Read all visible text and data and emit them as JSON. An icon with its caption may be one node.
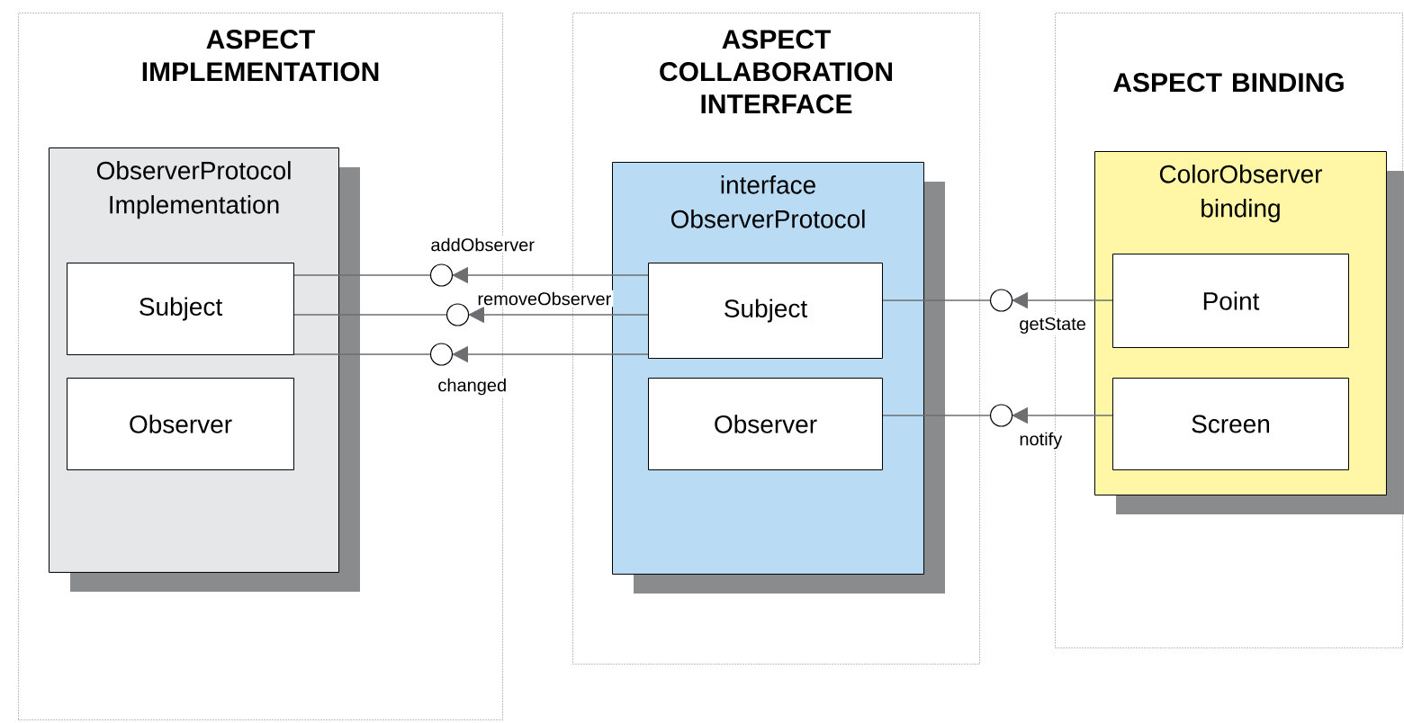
{
  "diagram": {
    "nodes": [
      {
        "text": [
          "ASPECT IMPLEMENTATION"
        ]
      },
      {
        "text": [
          "ObserverProtocol Implementation"
        ],
        "in": 0
      },
      {
        "text": [
          "Subject"
        ],
        "in": 1
      },
      {
        "text": [
          "Observer"
        ],
        "in": 1
      },
      {
        "text": [
          "ASPECT COLLABORATION INTERFACE"
        ]
      },
      {
        "text": [
          "interface ObserverProtocol"
        ],
        "in": 4
      },
      {
        "text": [
          "Subject"
        ],
        "in": 5
      },
      {
        "text": [
          "Observer"
        ],
        "in": 5
      },
      {
        "text": [
          "ASPECT BINDING"
        ]
      },
      {
        "text": [
          "ColorObserver binding"
        ],
        "in": 8
      },
      {
        "text": [
          "Point"
        ],
        "in": 9
      },
      {
        "text": [
          "Screen"
        ],
        "in": 9
      }
    ],
    "edges": [
      {
        "from": 6,
        "to": 2,
        "arrow": "to",
        "label": "addObserver"
      },
      {
        "from": 6,
        "to": 2,
        "arrow": "to",
        "label": "removeObserver"
      },
      {
        "from": 6,
        "to": 2,
        "arrow": "to",
        "label": "changed"
      },
      {
        "from": 10,
        "to": 6,
        "arrow": "to",
        "label": "getState"
      },
      {
        "from": 11,
        "to": 7,
        "arrow": "to",
        "label": "notify"
      }
    ]
  }
}
